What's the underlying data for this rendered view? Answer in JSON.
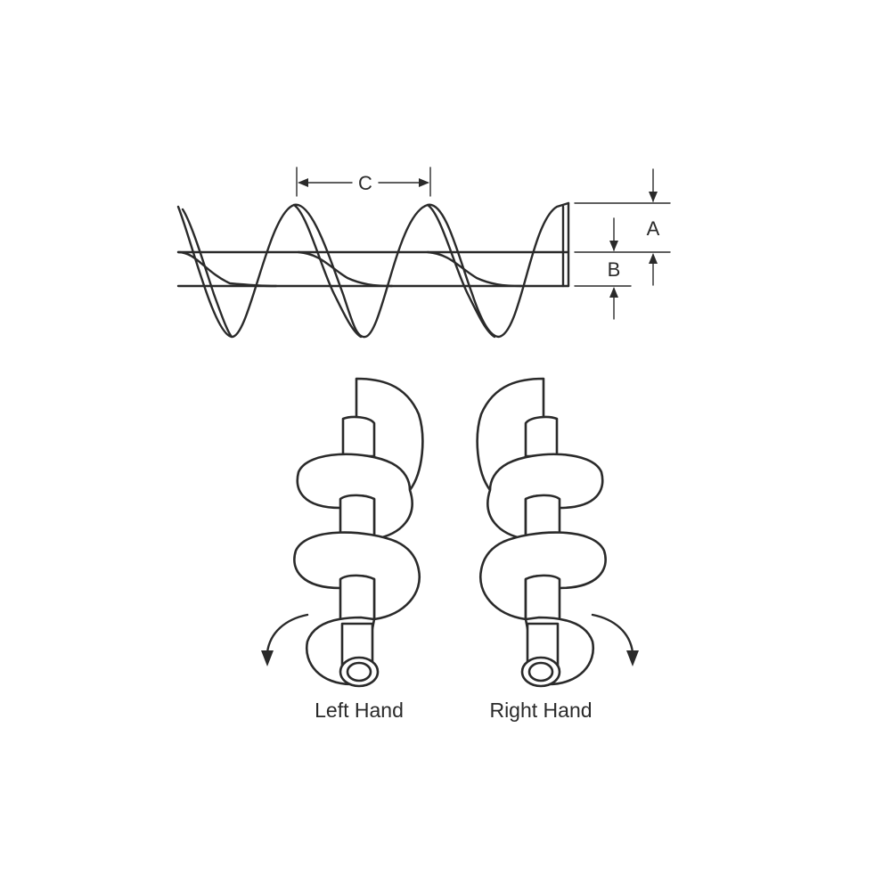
{
  "dimensions": {
    "a_label": "A",
    "b_label": "B",
    "c_label": "C"
  },
  "captions": {
    "left": "Left Hand",
    "right": "Right Hand"
  }
}
